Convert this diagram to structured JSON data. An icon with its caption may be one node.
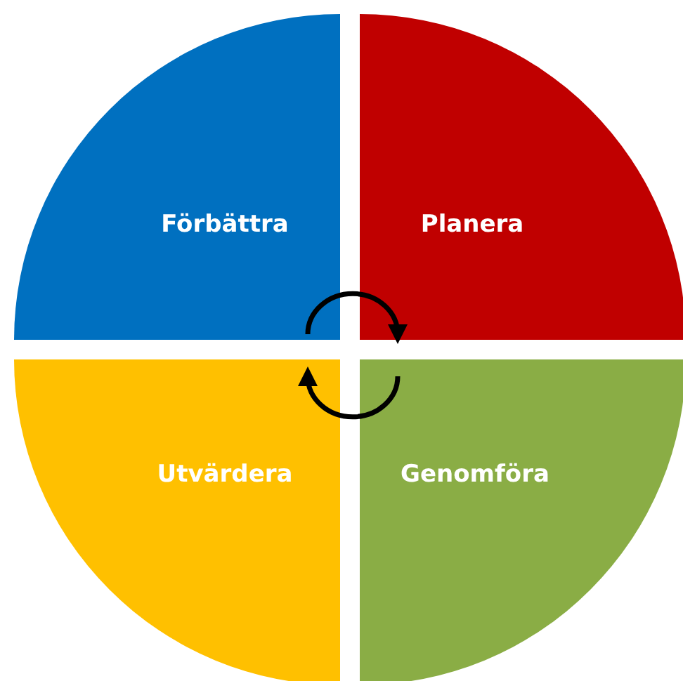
{
  "diagram": {
    "nodes": [
      {
        "text": [
          "Förbättra"
        ]
      },
      {
        "text": [
          "Planera"
        ]
      },
      {
        "text": [
          "Utvärdera"
        ]
      },
      {
        "text": [
          "Genomföra"
        ]
      }
    ],
    "edges": [
      {
        "from": 0,
        "to": 1,
        "arrow": "to"
      },
      {
        "from": 3,
        "to": 2,
        "arrow": "to"
      }
    ]
  }
}
